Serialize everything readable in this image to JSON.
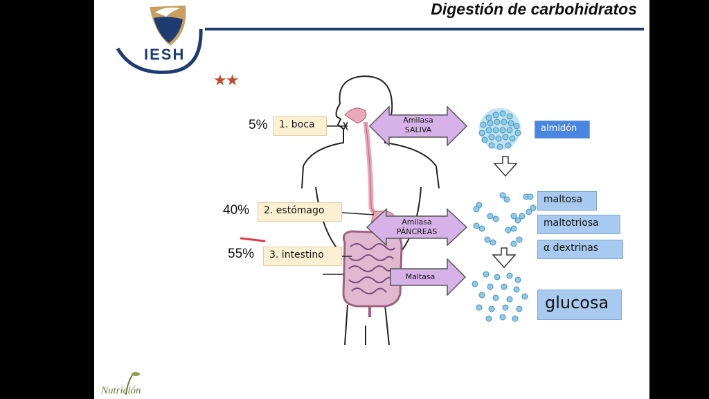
{
  "title": "Digestión de carbohidratos",
  "logo_text": "IESH",
  "stars": "★★",
  "locations": [
    {
      "percent": "5%",
      "label": "1. boca"
    },
    {
      "percent": "40%",
      "label": "2. estómago"
    },
    {
      "percent": "55%",
      "label": "3. intestino"
    }
  ],
  "enzymes": [
    {
      "line1": "Amilasa",
      "line2": "SALIVA"
    },
    {
      "line1": "Amilasa",
      "line2": "PÁNCREAS"
    },
    {
      "line1": "Maltasa",
      "line2": ""
    }
  ],
  "products": {
    "starch": "almidón",
    "maltose": "maltosa",
    "maltotriose": "maltotriosa",
    "dextrins": "α dextrinas",
    "glucose": "glucosa"
  },
  "footer_logo_text": "Nutrición",
  "colors": {
    "title_bar": "#1e3c72",
    "label_bg": "#fbf0d2",
    "blue_box": "#a8c9f0",
    "arrow_fill": "#d7b2e8",
    "molecule": "#8ccbe8",
    "intestine": "#c9a0c6",
    "esophagus": "#e9a8b8"
  }
}
